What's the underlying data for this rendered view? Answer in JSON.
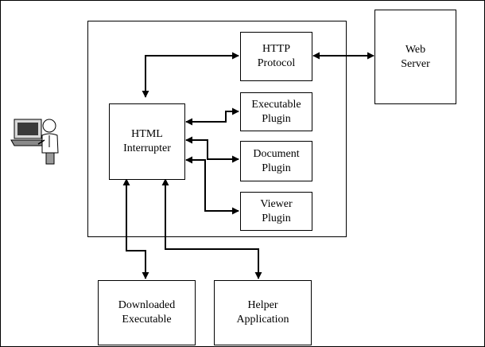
{
  "diagram": {
    "nodes": {
      "http": {
        "line1": "HTTP",
        "line2": "Protocol"
      },
      "web_server": {
        "line1": "Web",
        "line2": "Server"
      },
      "html": {
        "line1": "HTML",
        "line2": "Interrupter"
      },
      "exec_plugin": {
        "line1": "Executable",
        "line2": "Plugin"
      },
      "doc_plugin": {
        "line1": "Document",
        "line2": "Plugin"
      },
      "viewer_plugin": {
        "line1": "Viewer",
        "line2": "Plugin"
      },
      "downloaded": {
        "line1": "Downloaded",
        "line2": "Executable"
      },
      "helper": {
        "line1": "Helper",
        "line2": "Application"
      }
    },
    "icons": {
      "user": "user-at-computer-icon"
    },
    "colors": {
      "stroke": "#000000",
      "background": "#ffffff"
    }
  }
}
